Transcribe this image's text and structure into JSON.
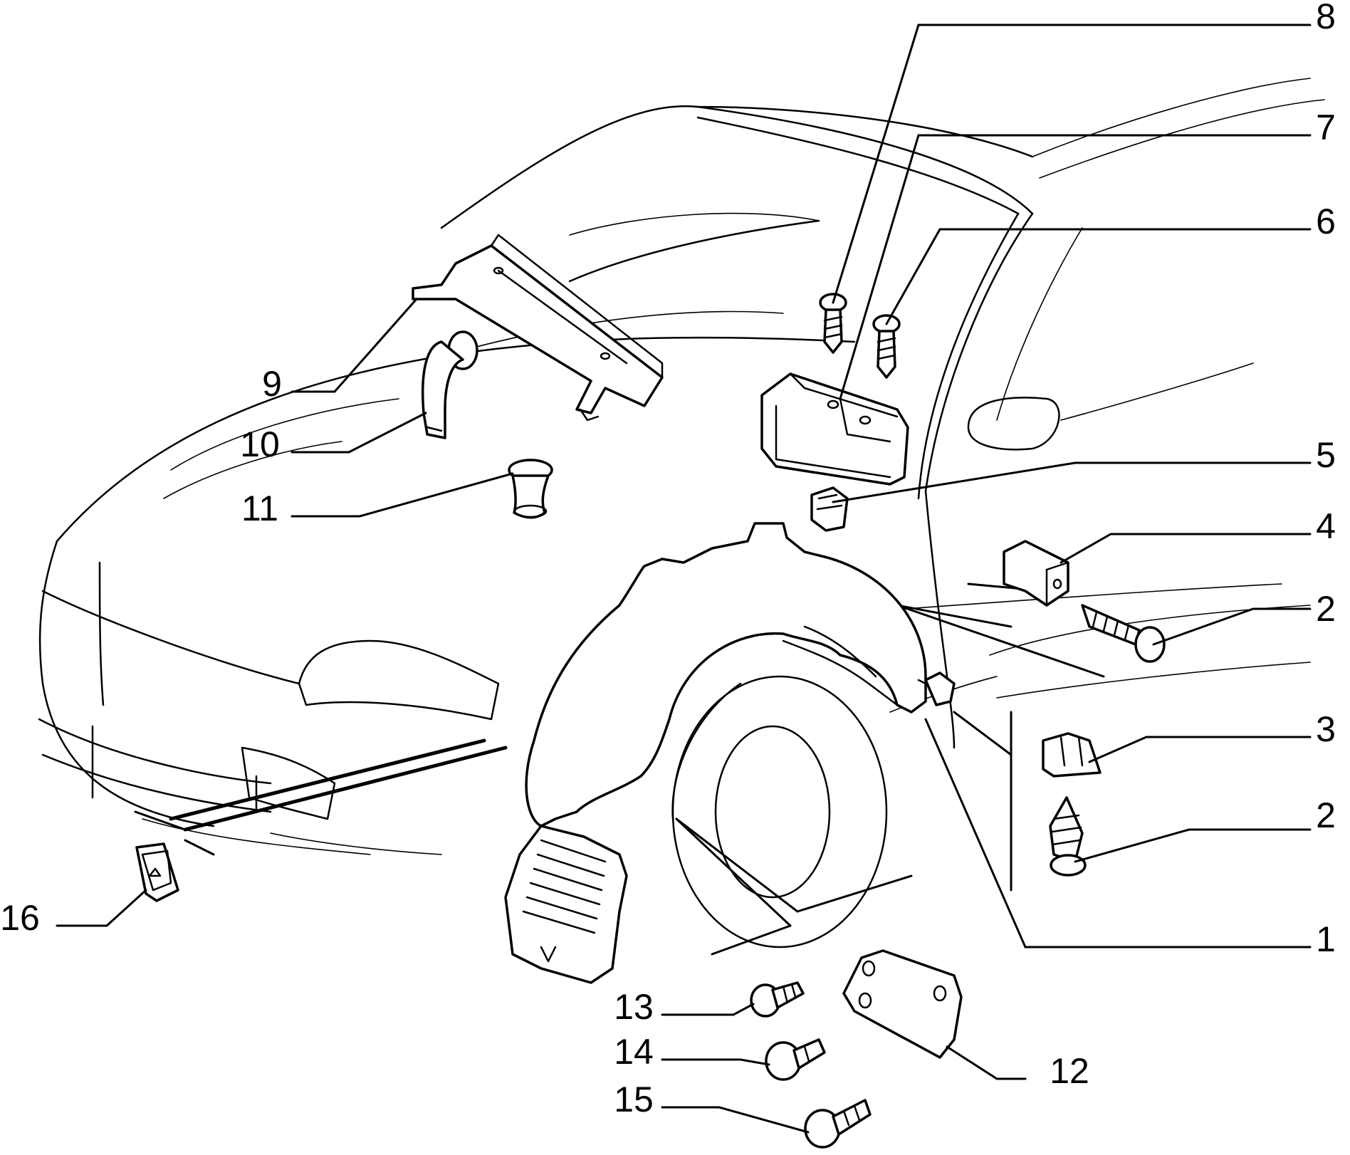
{
  "callouts": {
    "c1": "1",
    "c2a": "2",
    "c2b": "2",
    "c3": "3",
    "c4": "4",
    "c5": "5",
    "c6": "6",
    "c7": "7",
    "c8": "8",
    "c9": "9",
    "c10": "10",
    "c11": "11",
    "c12": "12",
    "c13": "13",
    "c14": "14",
    "c15": "15",
    "c16": "16"
  },
  "colors": {
    "ink": "#000000",
    "paper": "#ffffff"
  }
}
